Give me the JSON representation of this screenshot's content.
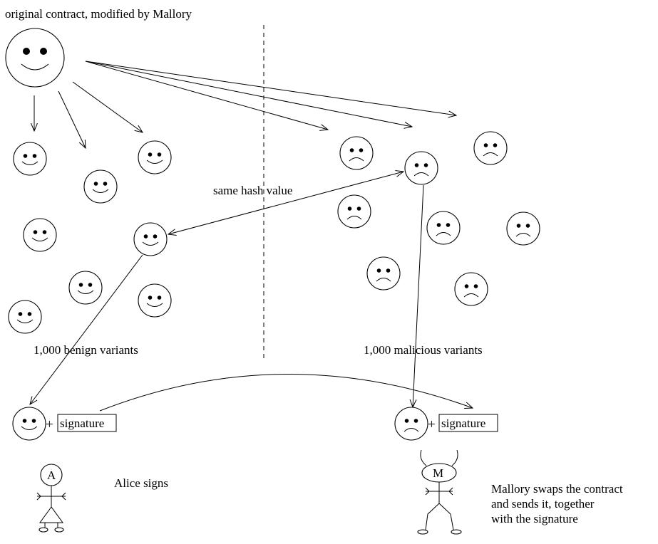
{
  "labels": {
    "top": "original contract, modified by Mallory",
    "same_hash": "same hash value",
    "benign": "1,000 benign variants",
    "malicious": "1,000 malicious variants",
    "alice": "Alice signs",
    "mallory_line1": "Mallory swaps the contract",
    "mallory_line2": "and sends it, together",
    "mallory_line3": "with the signature"
  },
  "bottom": {
    "plus": "+",
    "signature": "signature"
  },
  "figures": {
    "alice_letter": "A",
    "mallory_letter": "M"
  }
}
